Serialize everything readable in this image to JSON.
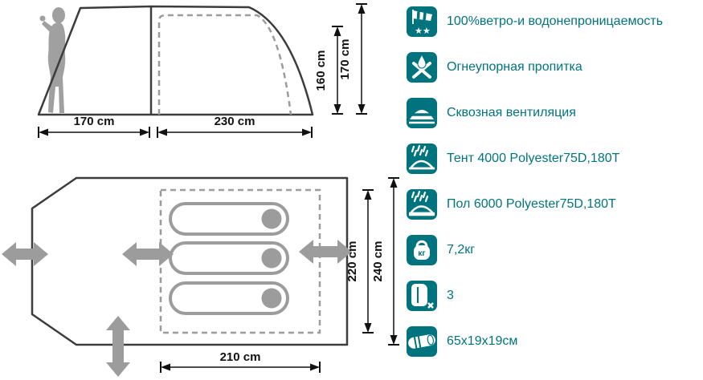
{
  "colors": {
    "accent_teal": "#00747E",
    "diagram_gray": "#9C9C9C",
    "outline_dark": "#3C3C3C"
  },
  "side_view": {
    "width_left": "170 cm",
    "width_right": "230 cm",
    "height_inner": "160 cm",
    "height_outer": "170 cm"
  },
  "top_view": {
    "depth_inner": "220 cm",
    "depth_outer": "240 cm",
    "width_bottom": "210 cm"
  },
  "features": [
    {
      "icon": "windsock-icon",
      "label": "100%ветро-и водонепроницаемость"
    },
    {
      "icon": "fireproof-icon",
      "label": "Огнеупорная пропитка"
    },
    {
      "icon": "ventilation-icon",
      "label": "Сквозная вентиляция"
    },
    {
      "icon": "rainfly-icon",
      "label": "Тент 4000 Polyester75D,180T"
    },
    {
      "icon": "floor-icon",
      "label": "Пол 6000 Polyester75D,180T"
    },
    {
      "icon": "weight-icon",
      "label": "7,2кг"
    },
    {
      "icon": "capacity-icon",
      "label": "3"
    },
    {
      "icon": "packed-size-icon",
      "label": "65x19x19см"
    }
  ]
}
